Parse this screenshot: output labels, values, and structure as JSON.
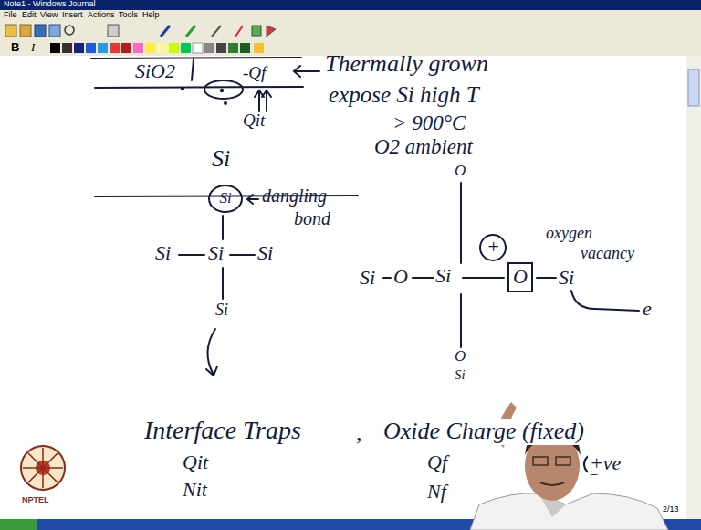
{
  "diagram": {
    "nodes": [
      {
        "text": [
          "Si"
        ]
      },
      {
        "text": [
          "O"
        ]
      }
    ],
    "labels": [
      "Note1 - Windows Journal",
      "File",
      "Edit",
      "View",
      "Insert",
      "Actions",
      "Tools",
      "Help",
      "B",
      "I",
      "SiO2",
      "-Qf",
      "Qit",
      "Thermally grown",
      "expose Si high T",
      "> 900°C",
      "O2 ambient",
      "Si",
      "dangling",
      "bond",
      "Si",
      "Si",
      "Si",
      "Si",
      "Si",
      "O",
      "Si",
      "Si",
      "O",
      "O",
      "Si",
      "+",
      "oxygen",
      "vacancy",
      "e",
      "Interface Traps",
      "Qit",
      "Nit",
      ",",
      "Oxide Charge (fixed)",
      "Qf",
      "+ve",
      "Nf",
      "NPTEL",
      "2/13"
    ]
  }
}
